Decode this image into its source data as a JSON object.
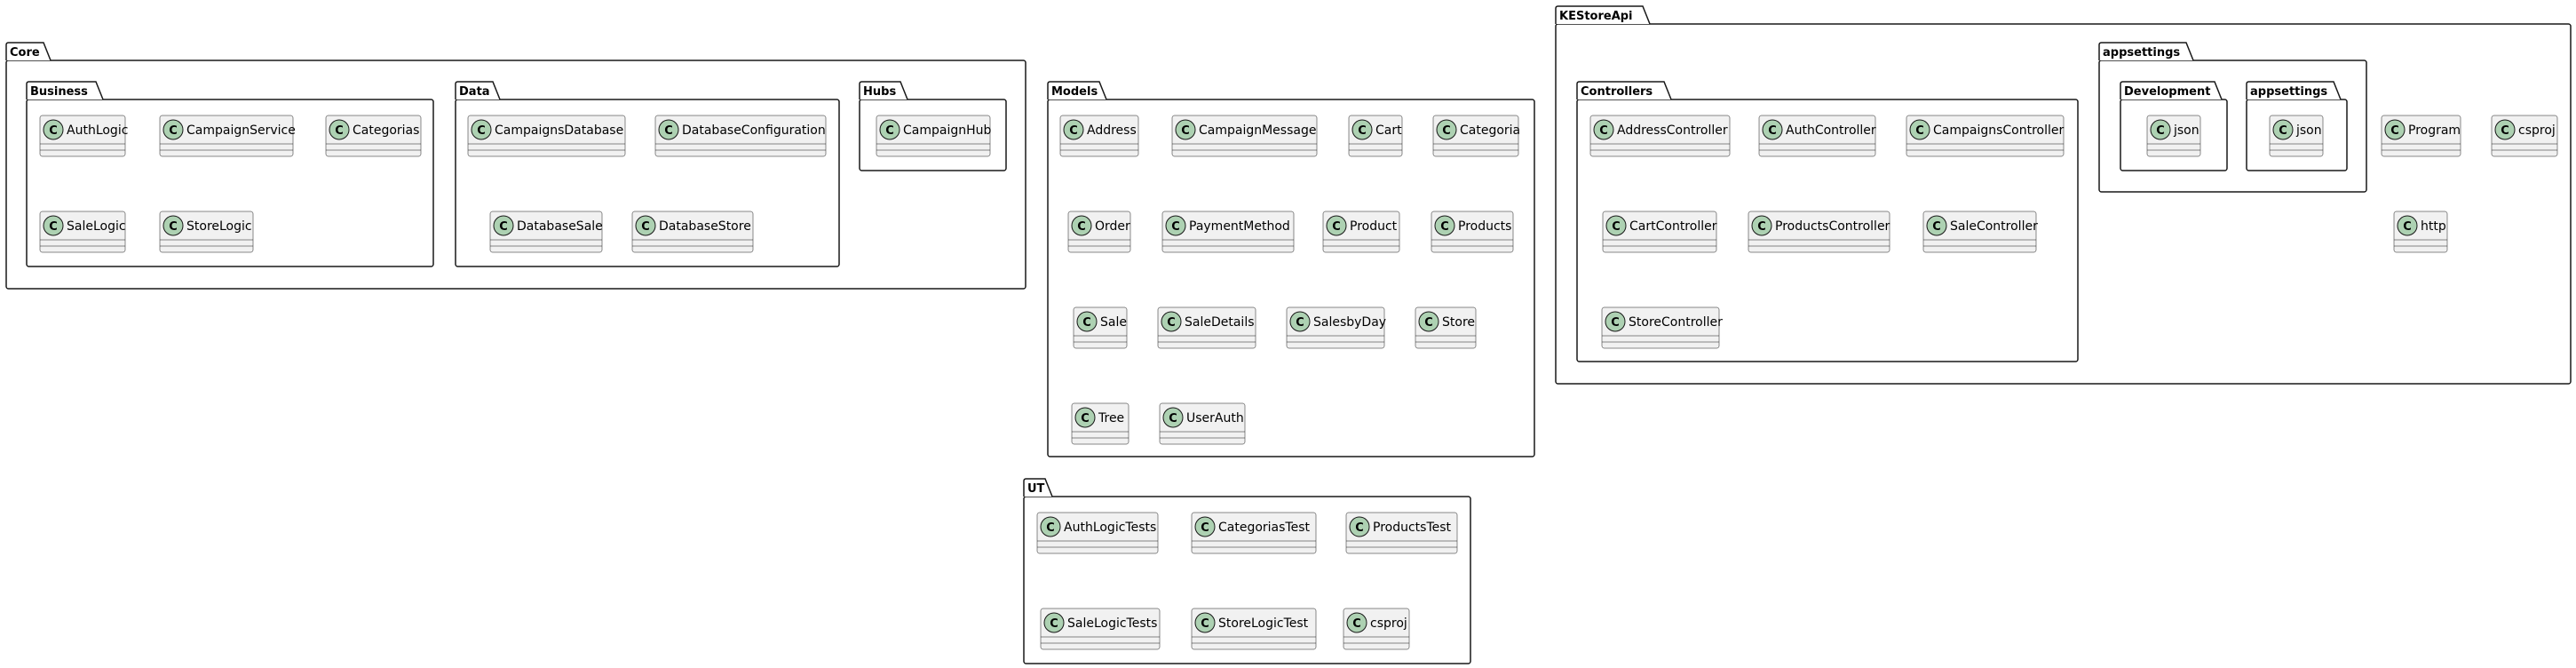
{
  "packages": {
    "core": "Core",
    "business": "Business",
    "data": "Data",
    "hubs": "Hubs",
    "models": "Models",
    "kestoreapi": "KEStoreApi",
    "controllers": "Controllers",
    "appsettings": "appsettings",
    "development": "Development",
    "appsettings_inner": "appsettings",
    "ut": "UT"
  },
  "class_marker": "C",
  "classes": {
    "business": [
      "AuthLogic",
      "CampaignService",
      "Categorias",
      "SaleLogic",
      "StoreLogic"
    ],
    "data": [
      "CampaignsDatabase",
      "DatabaseConfiguration",
      "DatabaseSale",
      "DatabaseStore"
    ],
    "hubs": [
      "CampaignHub"
    ],
    "models": [
      "Address",
      "CampaignMessage",
      "Cart",
      "Categoria",
      "Order",
      "PaymentMethod",
      "Product",
      "Products",
      "Sale",
      "SaleDetails",
      "SalesbyDay",
      "Store",
      "Tree",
      "UserAuth"
    ],
    "controllers": [
      "AddressController",
      "AuthController",
      "CampaignsController",
      "CartController",
      "ProductsController",
      "SaleController",
      "StoreController"
    ],
    "development": [
      "json"
    ],
    "appsettings_inner": [
      "json"
    ],
    "kestoreapi": [
      "Program",
      "csproj",
      "http"
    ],
    "ut": [
      "AuthLogicTests",
      "CategoriasTest",
      "ProductsTest",
      "SaleLogicTests",
      "StoreLogicTest",
      "csproj"
    ]
  }
}
